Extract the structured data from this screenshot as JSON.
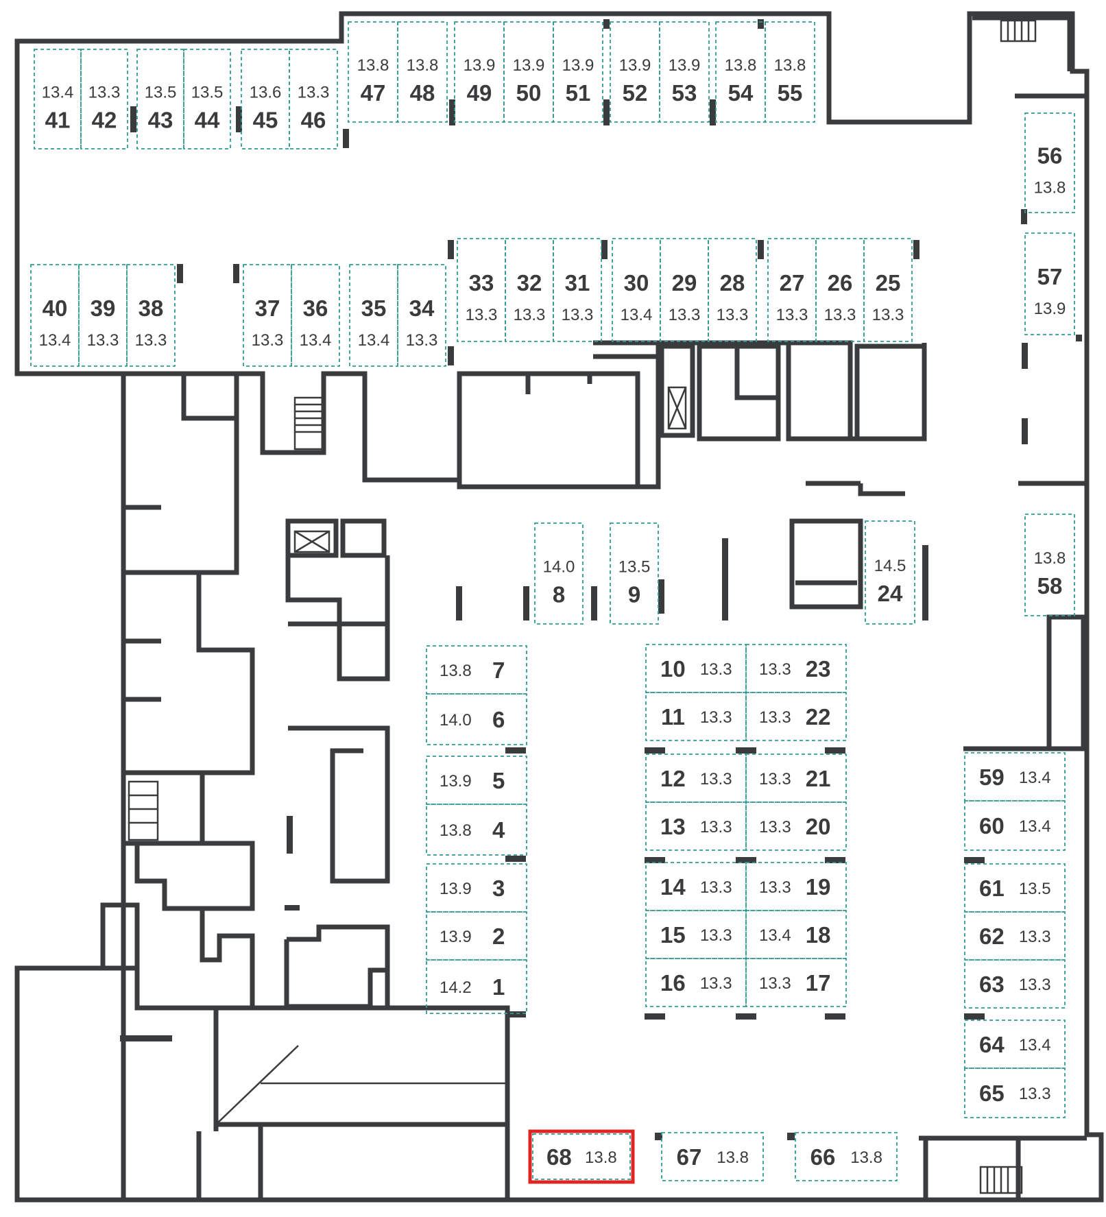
{
  "colors": {
    "wall": "#3a3b3d",
    "spot_outline": "#2f9c94",
    "highlight": "#e02424"
  },
  "selected_spot": "68",
  "spots": [
    {
      "id": "1",
      "area": "14.2"
    },
    {
      "id": "2",
      "area": "13.9"
    },
    {
      "id": "3",
      "area": "13.9"
    },
    {
      "id": "4",
      "area": "13.8"
    },
    {
      "id": "5",
      "area": "13.9"
    },
    {
      "id": "6",
      "area": "14.0"
    },
    {
      "id": "7",
      "area": "13.8"
    },
    {
      "id": "8",
      "area": "14.0"
    },
    {
      "id": "9",
      "area": "13.5"
    },
    {
      "id": "10",
      "area": "13.3"
    },
    {
      "id": "11",
      "area": "13.3"
    },
    {
      "id": "12",
      "area": "13.3"
    },
    {
      "id": "13",
      "area": "13.3"
    },
    {
      "id": "14",
      "area": "13.3"
    },
    {
      "id": "15",
      "area": "13.3"
    },
    {
      "id": "16",
      "area": "13.3"
    },
    {
      "id": "17",
      "area": "13.3"
    },
    {
      "id": "18",
      "area": "13.4"
    },
    {
      "id": "19",
      "area": "13.3"
    },
    {
      "id": "20",
      "area": "13.3"
    },
    {
      "id": "21",
      "area": "13.3"
    },
    {
      "id": "22",
      "area": "13.3"
    },
    {
      "id": "23",
      "area": "13.3"
    },
    {
      "id": "24",
      "area": "14.5"
    },
    {
      "id": "25",
      "area": "13.3"
    },
    {
      "id": "26",
      "area": "13.3"
    },
    {
      "id": "27",
      "area": "13.3"
    },
    {
      "id": "28",
      "area": "13.3"
    },
    {
      "id": "29",
      "area": "13.3"
    },
    {
      "id": "30",
      "area": "13.4"
    },
    {
      "id": "31",
      "area": "13.3"
    },
    {
      "id": "32",
      "area": "13.3"
    },
    {
      "id": "33",
      "area": "13.3"
    },
    {
      "id": "34",
      "area": "13.3"
    },
    {
      "id": "35",
      "area": "13.4"
    },
    {
      "id": "36",
      "area": "13.4"
    },
    {
      "id": "37",
      "area": "13.3"
    },
    {
      "id": "38",
      "area": "13.3"
    },
    {
      "id": "39",
      "area": "13.3"
    },
    {
      "id": "40",
      "area": "13.4"
    },
    {
      "id": "41",
      "area": "13.4"
    },
    {
      "id": "42",
      "area": "13.3"
    },
    {
      "id": "43",
      "area": "13.5"
    },
    {
      "id": "44",
      "area": "13.5"
    },
    {
      "id": "45",
      "area": "13.6"
    },
    {
      "id": "46",
      "area": "13.3"
    },
    {
      "id": "47",
      "area": "13.8"
    },
    {
      "id": "48",
      "area": "13.8"
    },
    {
      "id": "49",
      "area": "13.9"
    },
    {
      "id": "50",
      "area": "13.9"
    },
    {
      "id": "51",
      "area": "13.9"
    },
    {
      "id": "52",
      "area": "13.9"
    },
    {
      "id": "53",
      "area": "13.9"
    },
    {
      "id": "54",
      "area": "13.8"
    },
    {
      "id": "55",
      "area": "13.8"
    },
    {
      "id": "56",
      "area": "13.8"
    },
    {
      "id": "57",
      "area": "13.9"
    },
    {
      "id": "58",
      "area": "13.8"
    },
    {
      "id": "59",
      "area": "13.4"
    },
    {
      "id": "60",
      "area": "13.4"
    },
    {
      "id": "61",
      "area": "13.5"
    },
    {
      "id": "62",
      "area": "13.3"
    },
    {
      "id": "63",
      "area": "13.3"
    },
    {
      "id": "64",
      "area": "13.4"
    },
    {
      "id": "65",
      "area": "13.3"
    },
    {
      "id": "66",
      "area": "13.8"
    },
    {
      "id": "67",
      "area": "13.8"
    },
    {
      "id": "68",
      "area": "13.8"
    }
  ]
}
